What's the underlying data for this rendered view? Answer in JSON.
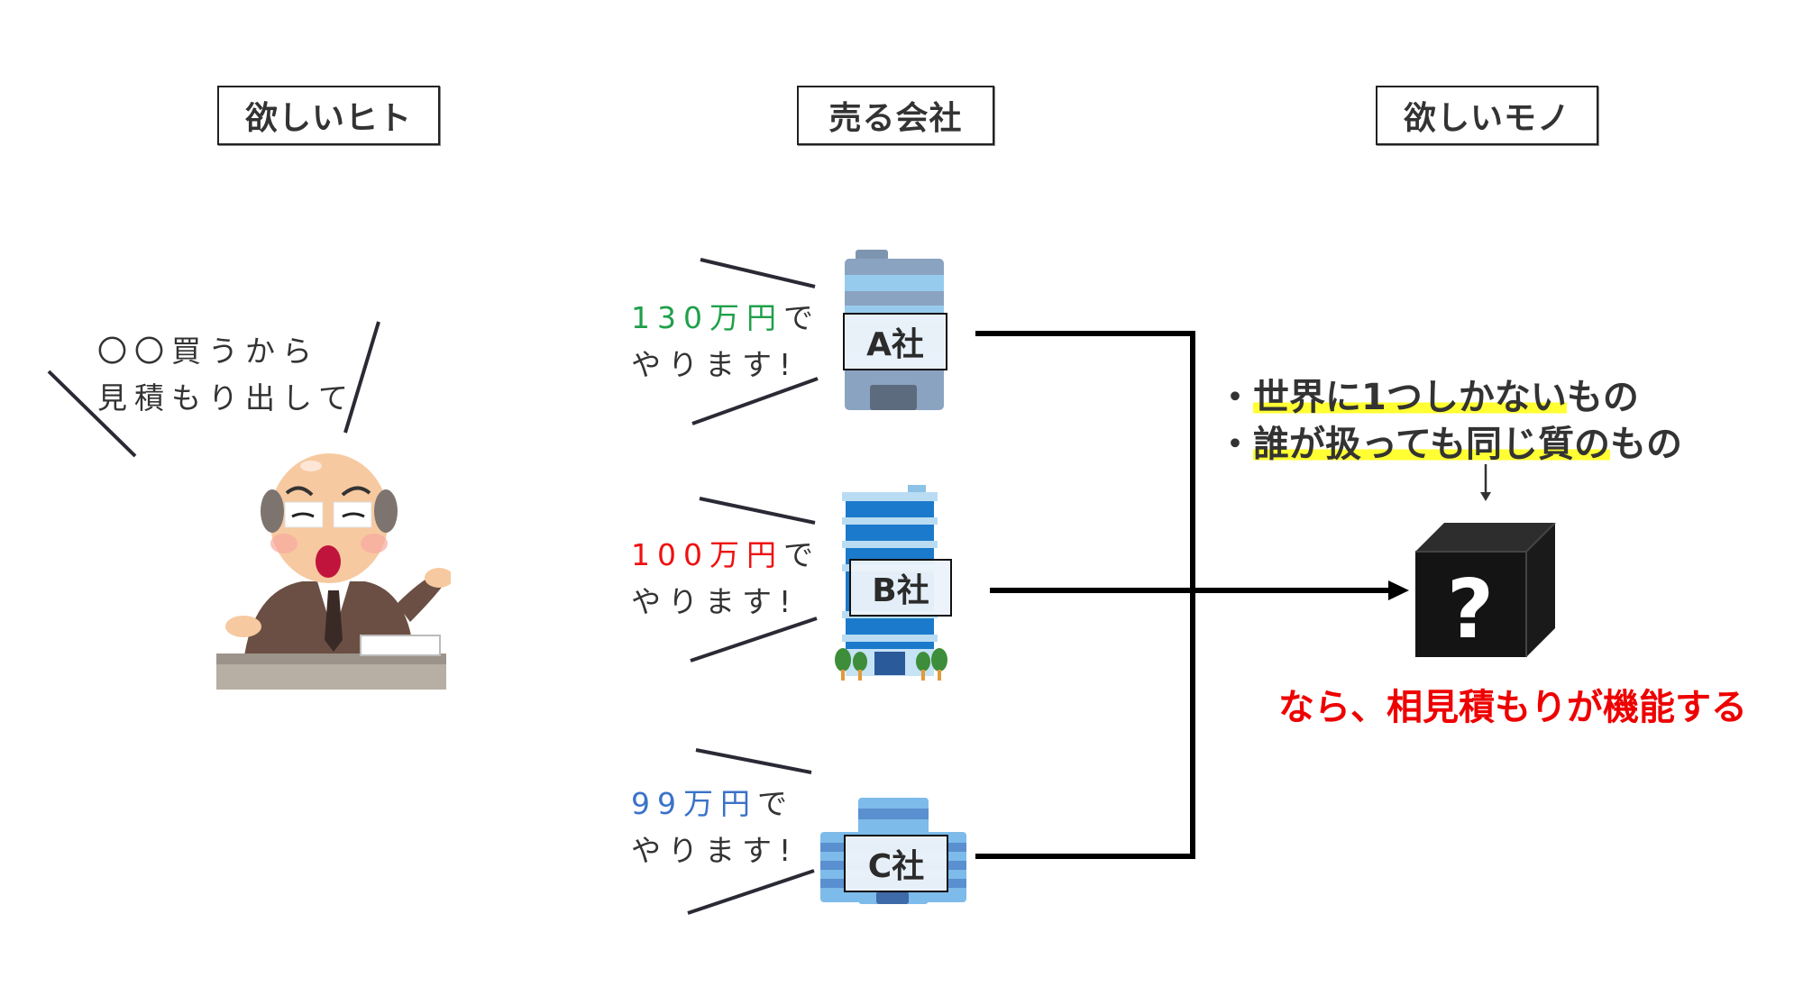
{
  "headers": {
    "buyer": "欲しいヒト",
    "sellers": "売る会社",
    "product": "欲しいモノ"
  },
  "buyer": {
    "speech_line1": "〇〇買うから",
    "speech_line2": "見積もり出して",
    "illustration": "old-man-at-desk"
  },
  "companies": [
    {
      "label": "A社",
      "price": "130万円",
      "suffix": "で",
      "line2": "やります!",
      "price_color": "#1fa04a",
      "building": "office-building-a"
    },
    {
      "label": "B社",
      "price": "100万円",
      "suffix": "で",
      "line2": "やります!",
      "price_color": "#ee1111",
      "building": "office-building-b"
    },
    {
      "label": "C社",
      "price": "99万円",
      "suffix": "で",
      "line2": "やります!",
      "price_color": "#3a72c8",
      "building": "office-building-c"
    }
  ],
  "conditions": {
    "bullet": "・",
    "item1_highlight": "世界に1つしかない",
    "item1_rest": "もの",
    "item2_highlight": "誰が扱っても同じ質の",
    "item2_rest": "もの",
    "arrow": "↓"
  },
  "mystery_box": {
    "symbol": "?"
  },
  "conclusion": {
    "text": "なら、相見積もりが機能する",
    "color": "#ee0000"
  },
  "colors": {
    "highlight": "#ffff33",
    "line": "#000000"
  }
}
